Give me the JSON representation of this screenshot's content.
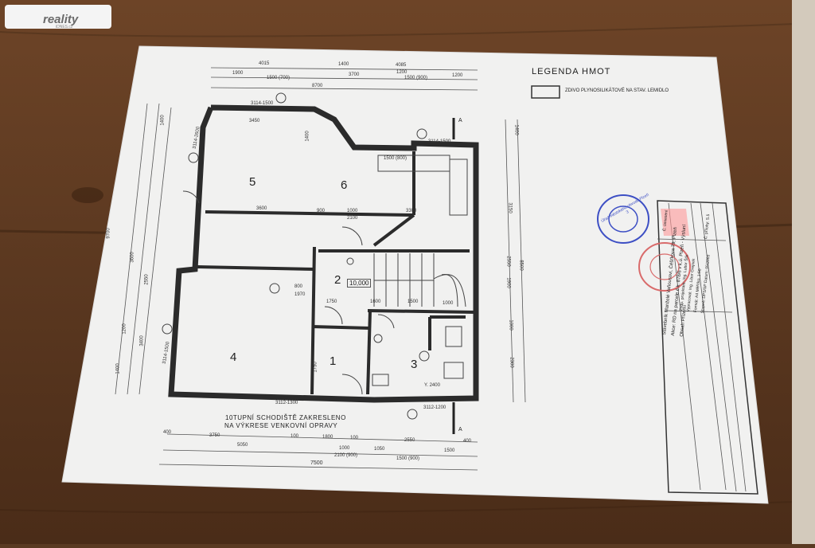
{
  "logo": {
    "text": "reality",
    "sub": "iDNES.cz"
  },
  "legend": {
    "title": "LEGENDA HMOT",
    "item": "ZDIVO PLYNOSILIKÁTOVÉ NA STAV. LEMIDLO"
  },
  "rooms": [
    "1",
    "2",
    "3",
    "4",
    "5",
    "6"
  ],
  "room_area": "10,000",
  "dims_top": [
    "4015",
    "1400",
    "4085",
    "1900",
    "1500 (700)",
    "3700",
    "1200",
    "1500 (900)",
    "1200",
    "8700",
    "3114-1500",
    "3450",
    "1400",
    "1500 (800)",
    "3114-1500"
  ],
  "dims_inner": [
    "3600",
    "900",
    "1000",
    "2100",
    "3300",
    "800",
    "1750",
    "1600",
    "1500",
    "1000",
    "2400",
    "1750",
    "1970",
    "Y. 2400"
  ],
  "dims_left": [
    "9700",
    "3600",
    "2550",
    "1400",
    "1200",
    "3400",
    "1400",
    "3114-2600",
    "3114-1500"
  ],
  "dims_right": [
    "1400",
    "3150",
    "8500",
    "1900",
    "2550",
    "1000",
    "2300"
  ],
  "dims_bottom": [
    "3112-1300",
    "3112-1200",
    "3750",
    "100",
    "1800",
    "100",
    "2550",
    "400",
    "5050",
    "1000",
    "1050",
    "1500",
    "2100 (900)",
    "1500 (900)",
    "7500",
    "400"
  ],
  "note": [
    "10TUPNÍ SCHODIŠTĚ ZAKRESLENO",
    "NA VÝKRESE VENKOVNÍ OPRAVY"
  ],
  "section_mark": "A",
  "stamp_text": "Úřad městského obvodu Plzeň 3",
  "title_block": {
    "cislo": "Č. úsnesení",
    "zodp": "Zodp. projektant:",
    "autor": "Ing. Lubor Štik",
    "vypracoval": "Vypracoval:",
    "autor2": "Ing. Libor Grejnek",
    "format": "Formát:",
    "format_val": "A4",
    "meritko": "Měřítko:",
    "meritko_val": "1:50",
    "datum": "Datum:",
    "datum_val": "05/2003",
    "stupen": "Stupeň:",
    "stupen_val": "DPS/SP",
    "cislo_prilohy": "Č. přílohy:",
    "cislo_prilohy_val": "S.5",
    "stavebnik": "Stavebník",
    "stavebnik_val": "Manželé Vaňousovi, Čéšťkova 79, Plzeň",
    "akce": "Akce:",
    "akce_val": "RD na parcele č.k. 878/6 v k.ú. Plzeň - Výsluní",
    "obsah": "Obsah",
    "obsah_val": "Přízemí"
  }
}
